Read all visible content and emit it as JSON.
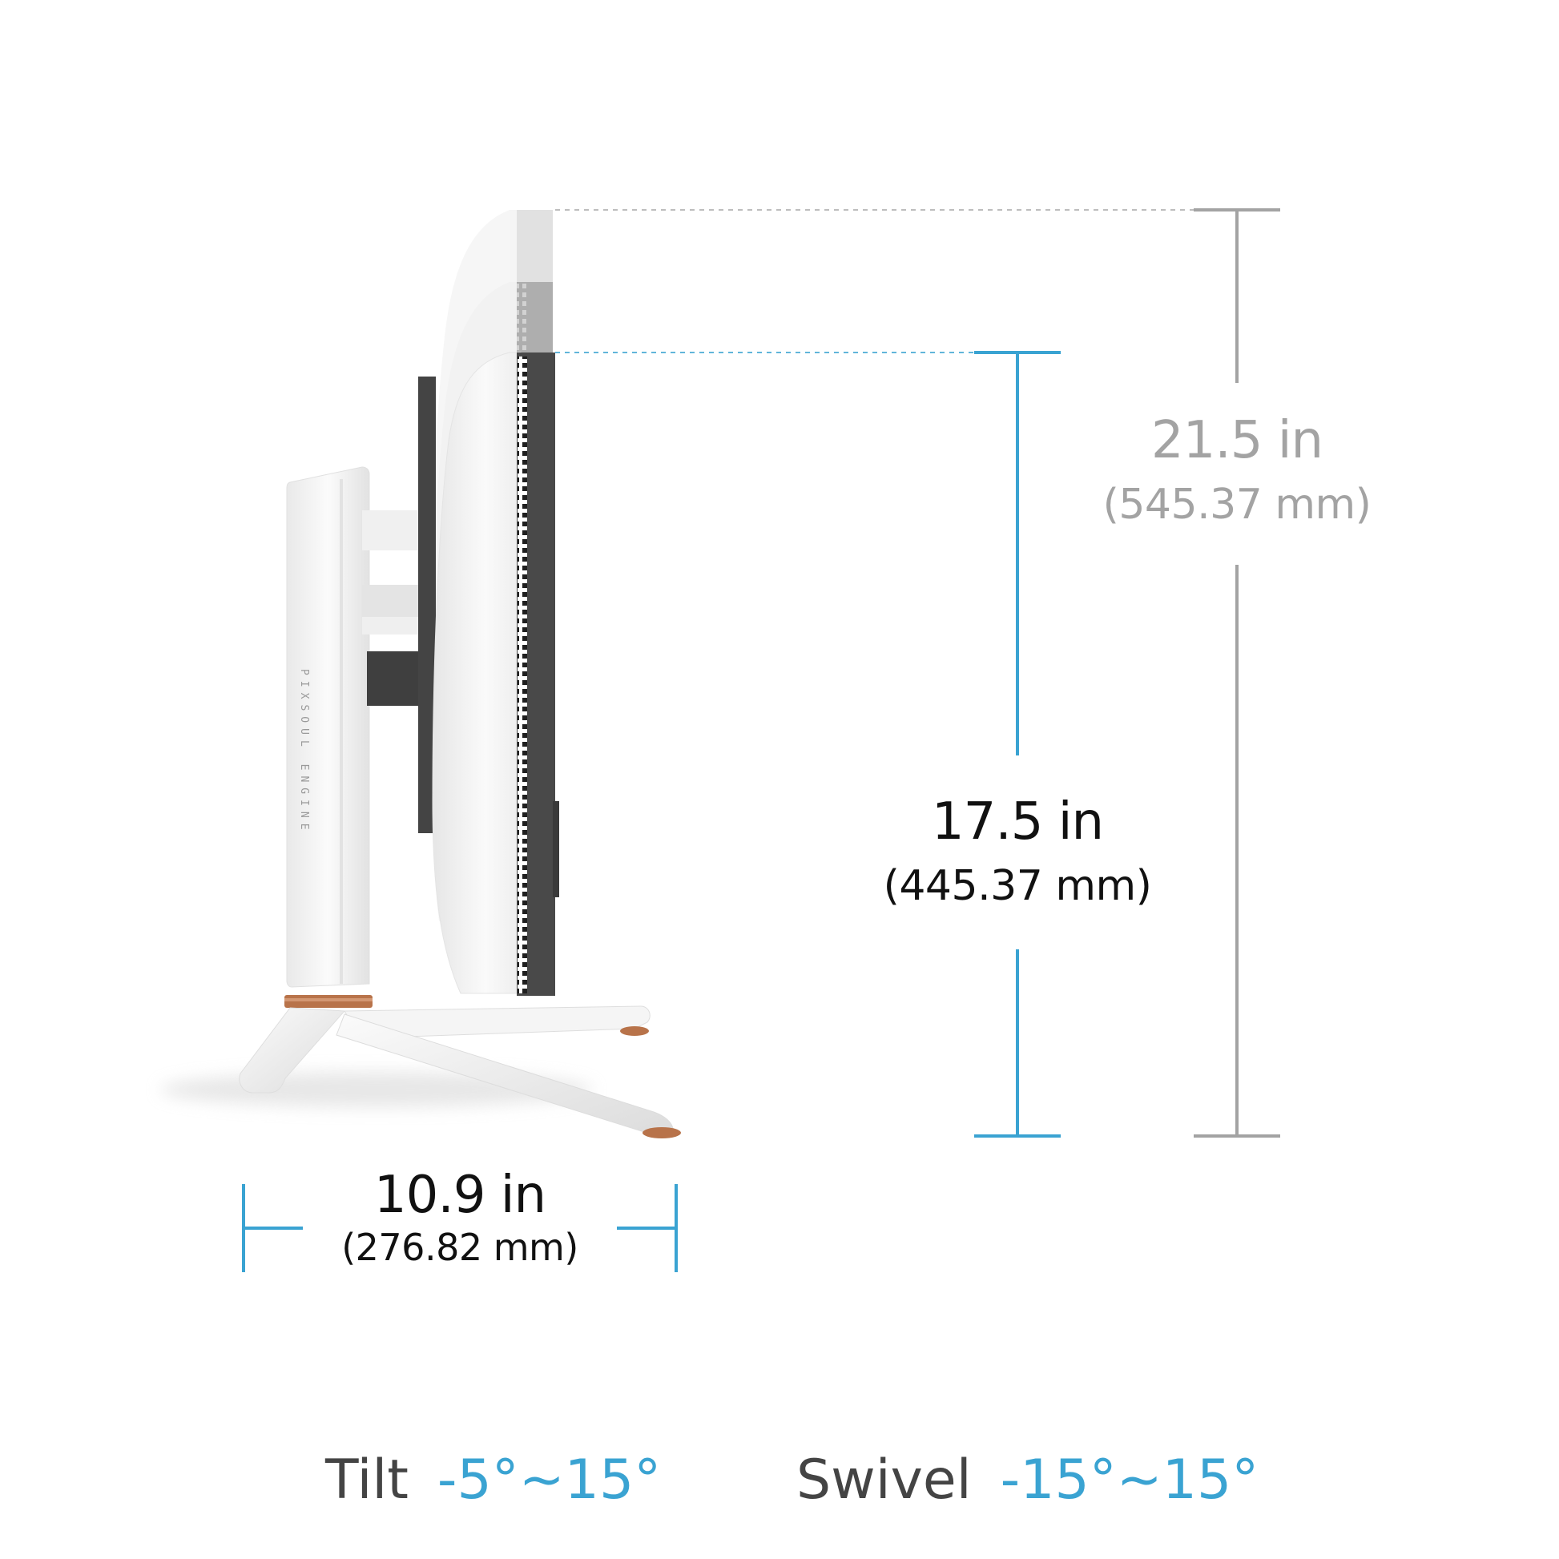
{
  "colors": {
    "accent_blue": "#3aa3d2",
    "dim_grey": "#a3a3a3",
    "text_dark": "#111111",
    "text_label": "#444444",
    "monitor_white": "#f4f4f4",
    "panel_dark": "#4a4a4a",
    "copper": "#b8734a"
  },
  "product": {
    "stand_text": "PIXSOUL ENGINE"
  },
  "dimensions": {
    "max_height": {
      "imperial": "21.5 in",
      "metric": "(545.37 mm)"
    },
    "min_height": {
      "imperial": "17.5 in",
      "metric": "(445.37 mm)"
    },
    "depth": {
      "imperial": "10.9 in",
      "metric": "(276.82 mm)"
    }
  },
  "adjustments": {
    "tilt": {
      "label": "Tilt",
      "value": "-5°~15°"
    },
    "swivel": {
      "label": "Swivel",
      "value": "-15°~15°"
    }
  }
}
